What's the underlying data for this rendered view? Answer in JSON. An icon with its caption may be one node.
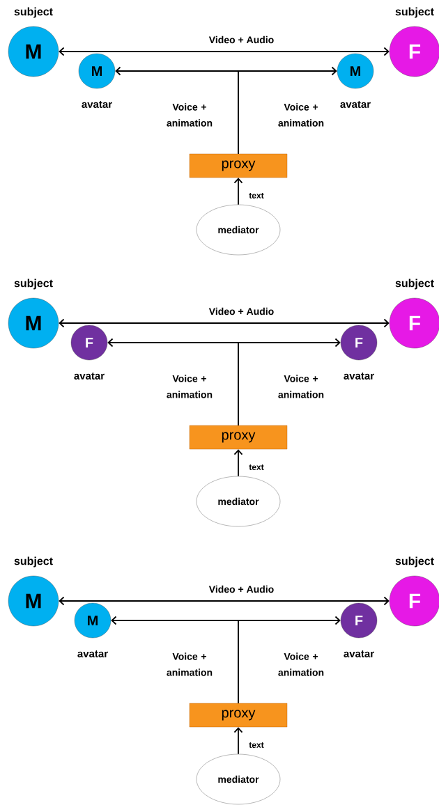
{
  "diagram": {
    "nodes": [
      {
        "text": [
          "M"
        ],
        "beside": [
          "subject"
        ]
      },
      {
        "text": [
          "F"
        ],
        "beside": [
          "subject"
        ]
      },
      {
        "text": [
          "M"
        ],
        "beside": [
          "avatar"
        ]
      },
      {
        "text": [
          "M"
        ],
        "beside": [
          "avatar"
        ]
      },
      {
        "text": [
          "proxy"
        ]
      },
      {
        "text": [
          "mediator"
        ]
      },
      {
        "text": [
          "M"
        ],
        "beside": [
          "subject"
        ]
      },
      {
        "text": [
          "F"
        ],
        "beside": [
          "subject"
        ]
      },
      {
        "text": [
          "F"
        ],
        "beside": [
          "avatar"
        ]
      },
      {
        "text": [
          "F"
        ],
        "beside": [
          "avatar"
        ]
      },
      {
        "text": [
          "proxy"
        ]
      },
      {
        "text": [
          "mediator"
        ]
      },
      {
        "text": [
          "M"
        ],
        "beside": [
          "subject"
        ]
      },
      {
        "text": [
          "F"
        ],
        "beside": [
          "subject"
        ]
      },
      {
        "text": [
          "M"
        ],
        "beside": [
          "avatar"
        ]
      },
      {
        "text": [
          "F"
        ],
        "beside": [
          "avatar"
        ]
      },
      {
        "text": [
          "proxy"
        ]
      },
      {
        "text": [
          "mediator"
        ]
      }
    ],
    "edges": [
      {
        "from": 0,
        "to": 1,
        "arrow": "both",
        "label": "Video + Audio"
      },
      {
        "from": 4,
        "to": 2,
        "arrow": "to",
        "label": "Voice + animation"
      },
      {
        "from": 4,
        "to": 3,
        "arrow": "to",
        "label": "Voice + animation"
      },
      {
        "from": 5,
        "to": 4,
        "arrow": "to",
        "label": "text"
      },
      {
        "from": 6,
        "to": 7,
        "arrow": "both",
        "label": "Video + Audio"
      },
      {
        "from": 10,
        "to": 8,
        "arrow": "to",
        "label": "Voice + animation"
      },
      {
        "from": 10,
        "to": 9,
        "arrow": "to",
        "label": "Voice + animation"
      },
      {
        "from": 11,
        "to": 10,
        "arrow": "to",
        "label": "text"
      },
      {
        "from": 12,
        "to": 13,
        "arrow": "both",
        "label": "Video + Audio"
      },
      {
        "from": 16,
        "to": 14,
        "arrow": "to",
        "label": "Voice + animation"
      },
      {
        "from": 16,
        "to": 15,
        "arrow": "to",
        "label": "Voice + animation"
      },
      {
        "from": 17,
        "to": 16,
        "arrow": "to",
        "label": "text"
      }
    ]
  }
}
